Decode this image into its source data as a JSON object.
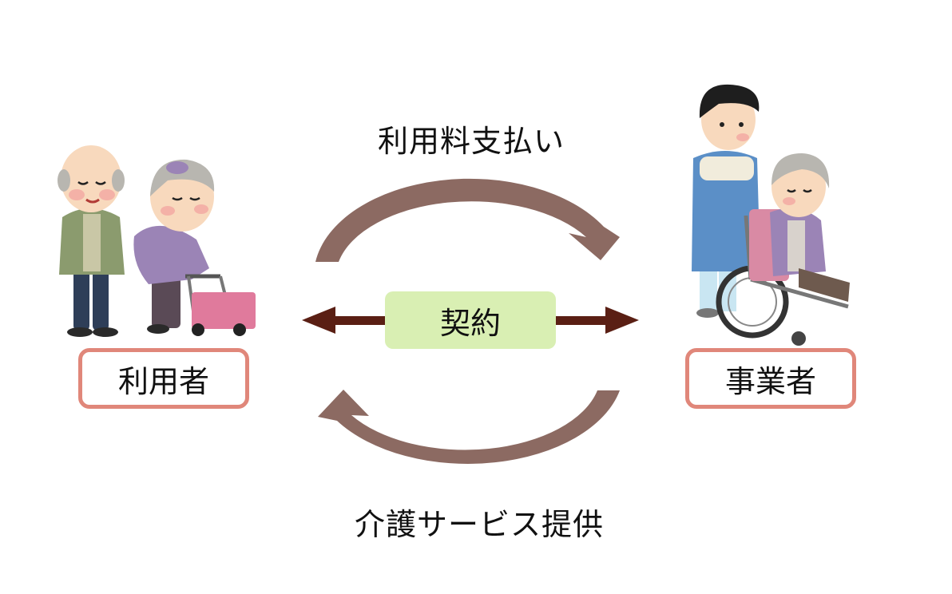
{
  "payment_label": "利用料支払い",
  "service_label": "介護サービス提供",
  "contract_label": "契約",
  "user_label": "利用者",
  "provider_label": "事業者",
  "colors": {
    "curved_arrow": "#8c6a62",
    "straight_arrow": "#5a1f14",
    "contract_box": "#d9efb3",
    "party_border": "#e0877a",
    "skin": "#f8d9bd",
    "hair_gray": "#b8b6b0",
    "cardigan_green": "#8b9b6e",
    "purple": "#9b84b6",
    "cart_pink": "#e07a9c",
    "apron_blue": "#5b8fc7"
  },
  "illustrations": [
    "elderly-couple-with-walker",
    "caregiver-pushing-wheelchair"
  ]
}
